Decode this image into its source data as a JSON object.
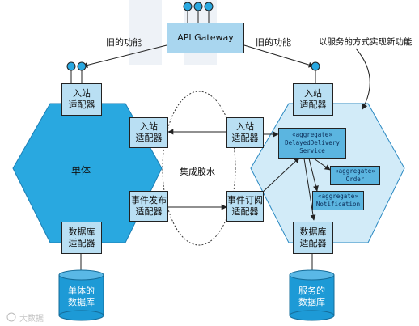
{
  "api_gateway": "API Gateway",
  "old_function_left": "旧的功能",
  "old_function_right": "旧的功能",
  "service_note": "以服务的方式实现新功能",
  "monolith": {
    "label": "单体",
    "inbound_adapter_top": "入站\n适配器",
    "inbound_adapter_glue": "入站\n适配器",
    "event_publish_adapter": "事件发布\n适配器",
    "db_adapter": "数据库\n适配器",
    "database": "单体的\n数据库"
  },
  "glue_label": "集成胶水",
  "service": {
    "inbound_adapter_top": "入站\n适配器",
    "inbound_adapter_glue": "入站\n适配器",
    "event_subscribe_adapter": "事件订阅\n适配器",
    "db_adapter": "数据库\n适配器",
    "database": "服务的\n数据库",
    "aggregate_delayed": "«aggregate»\nDelayedDelivery\nService",
    "aggregate_order": "«aggregate»\nOrder",
    "aggregate_notification": "«aggregate»\nNotification"
  },
  "watermark_text": "大数据",
  "colors": {
    "monolith_fill": "#29a8e0",
    "service_fill": "#d2ebf8",
    "adapter_fill": "#b9dff3",
    "aggregate_fill": "#5bb5e0",
    "database_fill": "#1d9ad6"
  }
}
